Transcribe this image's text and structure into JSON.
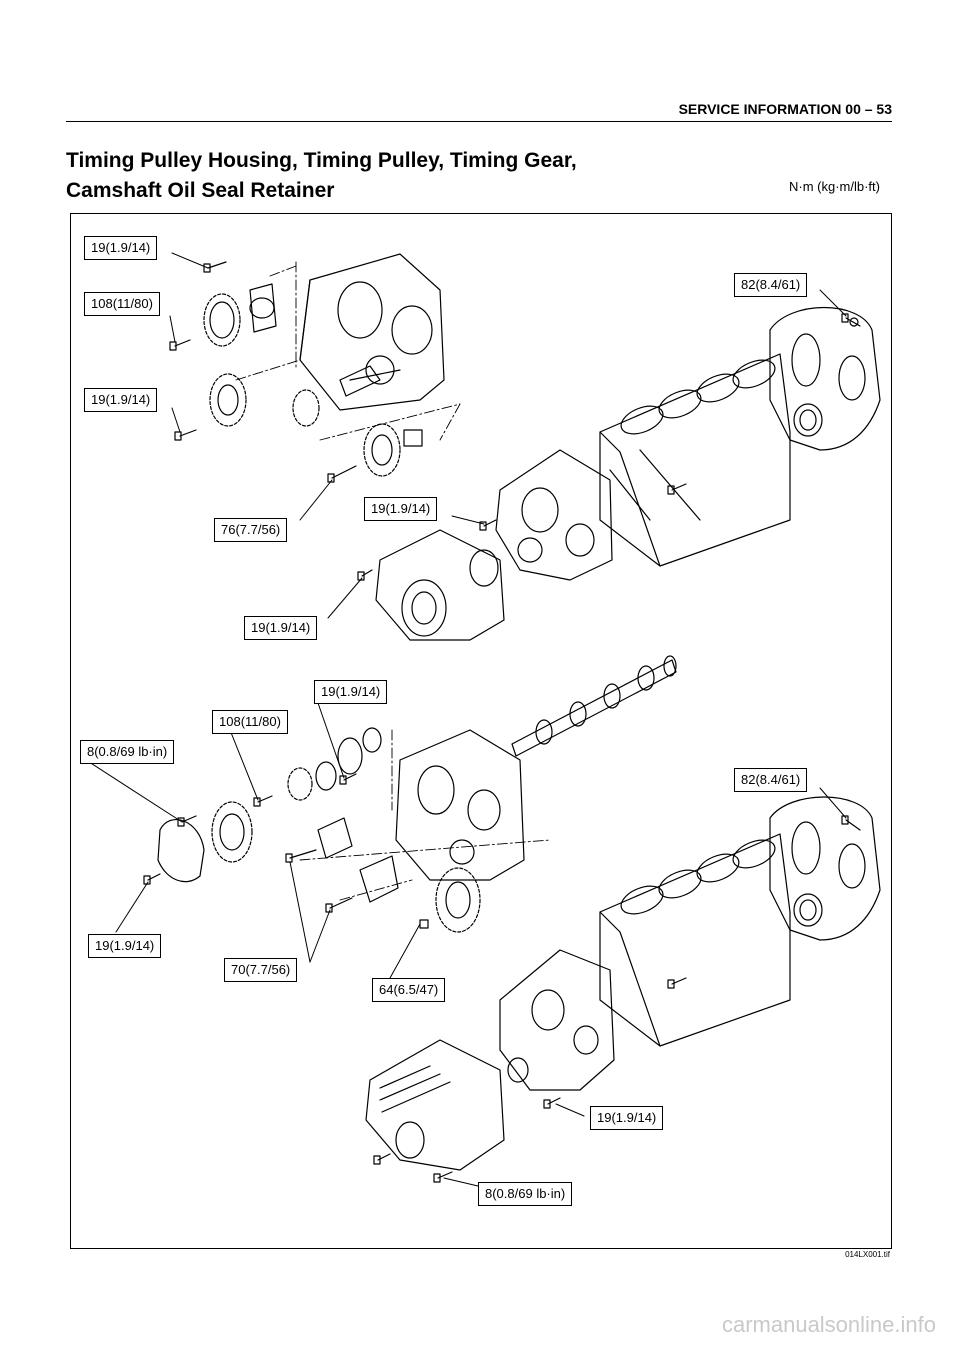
{
  "header": {
    "page_ref": "SERVICE INFORMATION  00 – 53"
  },
  "title": {
    "line1": "Timing Pulley Housing, Timing Pulley, Timing Gear,",
    "line2": "Camshaft Oil Seal Retainer"
  },
  "units": "N·m (kg·m/lb·ft)",
  "labels": {
    "upper": {
      "l1": "19(1.9/14)",
      "l2": "108(11/80)",
      "l3": "19(1.9/14)",
      "l4": "82(8.4/61)",
      "l5": "76(7.7/56)",
      "l6": "19(1.9/14)",
      "l7": "19(1.9/14)"
    },
    "lower": {
      "l1": "19(1.9/14)",
      "l2": "108(11/80)",
      "l3": "8(0.8/69 lb·in)",
      "l4": "82(8.4/61)",
      "l5": "19(1.9/14)",
      "l6": "70(7.7/56)",
      "l7": "64(6.5/47)",
      "l8": "19(1.9/14)",
      "l9": "8(0.8/69 lb·in)"
    }
  },
  "figure_ref": "014LX001.tif",
  "watermark": "carmanualsonline.info"
}
